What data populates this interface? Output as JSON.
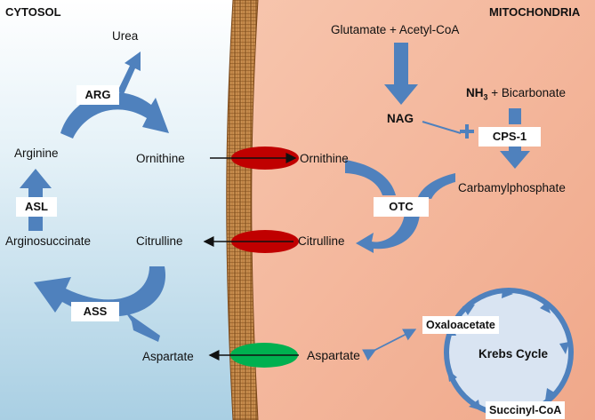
{
  "regions": {
    "cytosol": "CYTOSOL",
    "mitochondria": "MITOCHONDRIA"
  },
  "cytosol": {
    "urea": "Urea",
    "arg": "ARG",
    "arginine": "Arginine",
    "ornithine": "Ornithine",
    "asl": "ASL",
    "arginosuccinate": "Arginosuccinate",
    "citrulline": "Citrulline",
    "ass": "ASS",
    "aspartate": "Aspartate"
  },
  "mitochondria": {
    "glutamate": "Glutamate + Acetyl-CoA",
    "nh3_prefix": "NH",
    "nh3_sub": "3",
    "nh3_suffix": " + Bicarbonate",
    "nag": "NAG",
    "cps1": "CPS-1",
    "ornithine": "Ornithine",
    "carbamylphosphate": "Carbamylphosphate",
    "otc": "OTC",
    "citrulline": "Citrulline",
    "aspartate": "Aspartate",
    "oxaloacetate": "Oxaloacetate",
    "krebs": "Krebs Cycle",
    "succinyl": "Succinyl-CoA"
  },
  "colors": {
    "arrow_blue": "#4f81bd",
    "transporter_red": "#c00000",
    "transporter_green": "#00b050",
    "membrane": "#b5773a",
    "cytosol_bg": "#dfeef6",
    "mito_bg": "#f2b296"
  }
}
